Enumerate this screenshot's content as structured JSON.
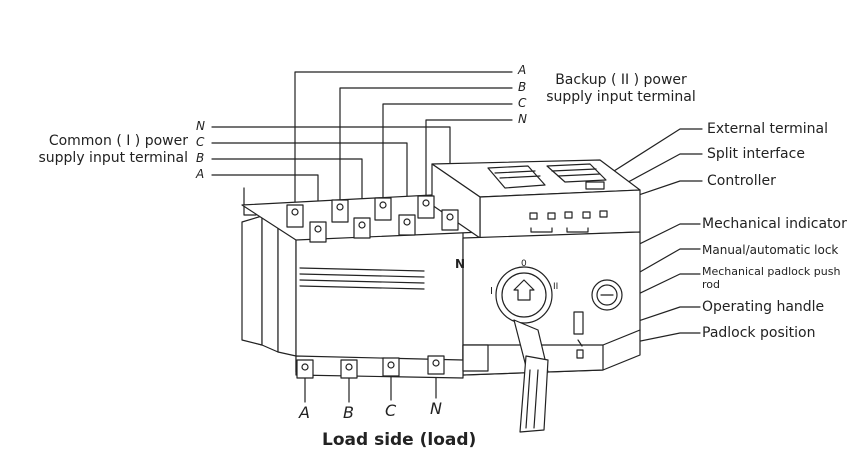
{
  "labels": {
    "backup_line1": "Backup ( II ) power",
    "backup_line2": "supply input terminal",
    "common_line1": "Common ( I ) power",
    "common_line2": "supply input terminal",
    "external_terminal": "External terminal",
    "split_interface": "Split interface",
    "controller": "Controller",
    "mechanical_indicator": "Mechanical indicator",
    "manual_automatic_lock": "Manual/automatic lock",
    "padlock_push_rod_line1": "Mechanical padlock push",
    "padlock_push_rod_line2": "rod",
    "operating_handle": "Operating handle",
    "padlock_position": "Padlock position",
    "load_side": "Load side (load)"
  },
  "phases": {
    "backup": [
      "A",
      "B",
      "C",
      "N"
    ],
    "common": [
      "N",
      "C",
      "B",
      "A"
    ],
    "load": [
      "A",
      "B",
      "C",
      "N"
    ]
  },
  "device": {
    "neutral_mark": "N",
    "dial_left": "I",
    "dial_top": "0",
    "dial_right": "II"
  }
}
